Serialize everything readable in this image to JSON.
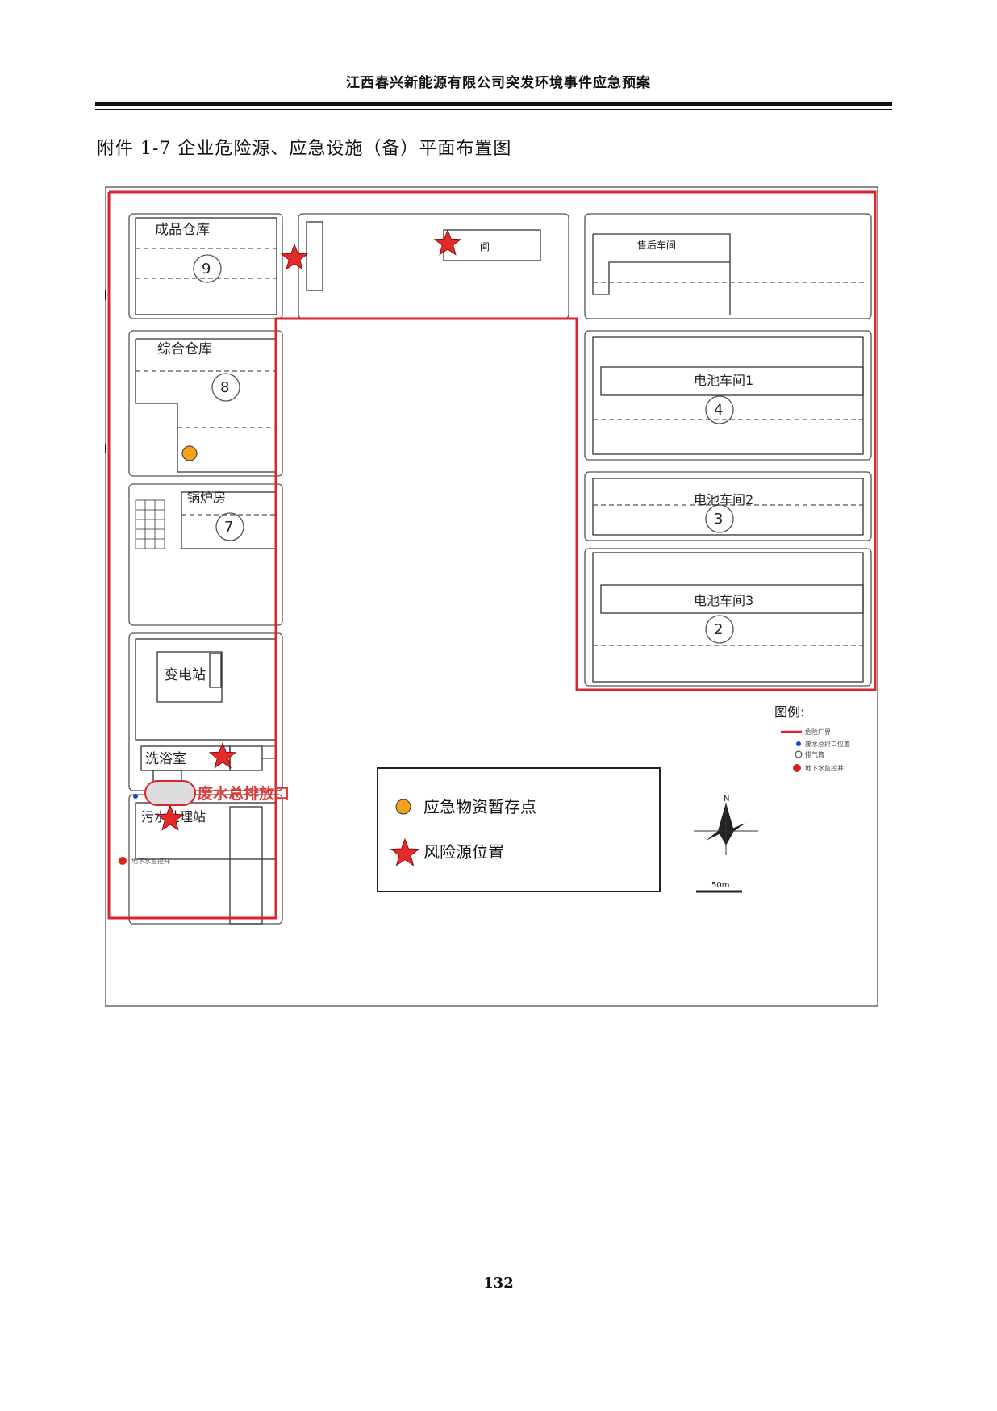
{
  "header": {
    "title": "江西春兴新能源有限公司突发环境事件应急预案"
  },
  "attachment_title": "附件 1-7 企业危险源、应急设施（备）平面布置图",
  "buildings": {
    "b9": {
      "name": "成品仓库",
      "number": "9"
    },
    "b8": {
      "name": "综合仓库",
      "number": "8"
    },
    "b7": {
      "name": "锅炉房",
      "number": "7"
    },
    "b4": {
      "name": "电池车间1",
      "number": "4"
    },
    "b3": {
      "name": "电池车间2",
      "number": "3"
    },
    "b2": {
      "name": "电池车间3",
      "number": "2"
    },
    "after_sales": {
      "name": "售后车间"
    },
    "top_mid": {
      "name": "间"
    },
    "substation": {
      "name": "变电站"
    },
    "shower": {
      "name": "洗浴室"
    },
    "sewage": {
      "name": "污水处理站"
    }
  },
  "outfall_label": "废水总排放口",
  "legend_small": {
    "title": "图例:",
    "items": [
      "危险厂界",
      "废水总排口位置",
      "排气筒",
      "地下水监控井"
    ]
  },
  "legend_main": {
    "emergency_supplies": "应急物资暂存点",
    "risk_source": "风险源位置"
  },
  "groundwater_well_label": "地下水监控井",
  "scale_label": "50m",
  "north_label": "N",
  "colors": {
    "boundary": "#d9262e",
    "building_line": "#333333",
    "star": "#e42a2a",
    "supplies_fill": "#f2a31b",
    "well": "#e01e1e",
    "outfall_marker": "#1d3fd8"
  },
  "page_number": "132"
}
